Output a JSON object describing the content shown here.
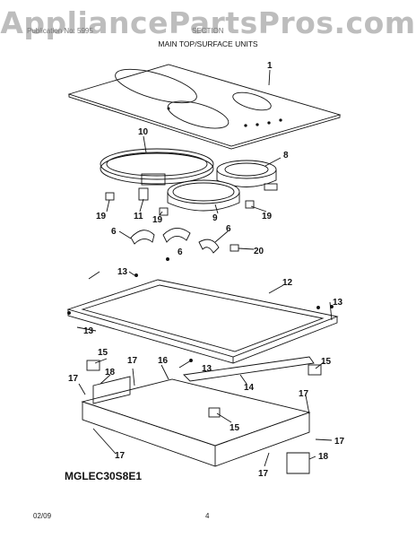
{
  "watermark": "AppliancePartsPros.com",
  "header": {
    "left_text": "Publication No: 5995",
    "right_text": "SECTION",
    "section_title": "MAIN TOP/SURFACE UNITS"
  },
  "model": "MGLEC30S8E1",
  "footer": {
    "date": "02/09",
    "page": "4"
  },
  "callouts": [
    "1",
    "8",
    "10",
    "11",
    "19",
    "9",
    "19",
    "19",
    "6",
    "6",
    "6",
    "20",
    "13",
    "12",
    "13",
    "13",
    "13",
    "15",
    "18",
    "17",
    "16",
    "15",
    "14",
    "17",
    "15",
    "17",
    "17",
    "18",
    "17"
  ]
}
